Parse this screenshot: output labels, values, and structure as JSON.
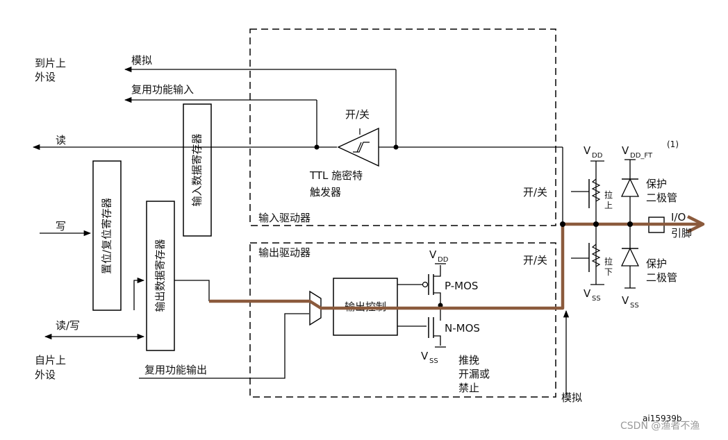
{
  "figure_id": "ai15939b",
  "watermark": "CSDN @渔者不渔",
  "labels": {
    "to_onchip_periph": [
      "到片上",
      "外设"
    ],
    "from_onchip_periph": [
      "自片上",
      "外设"
    ],
    "analog_top": "模拟",
    "alt_func_input": "复用功能输入",
    "read": "读",
    "write": "写",
    "read_write": "读/写",
    "alt_func_output": "复用功能输出",
    "switch_top": "开/关",
    "switch_input_driver": "开/关",
    "switch_output_driver": "开/关",
    "ttl_schmitt": [
      "TTL 施密特",
      "触发器"
    ],
    "input_driver": "输入驱动器",
    "output_driver": "输出驱动器",
    "input_data_register": "输入数据寄存器",
    "output_data_register": "输出数据寄存器",
    "bit_set_reset_register": "置位/复位寄存器",
    "output_control": "输出控制",
    "pmos": "P-MOS",
    "nmos": "N-MOS",
    "vdd_main": "DD",
    "vss_main": "SS",
    "push_pull": [
      "推挽",
      "开漏或",
      "禁止"
    ],
    "analog_bottom": "模拟",
    "vdd_pull": "DD",
    "vss_pull": "SS",
    "vdd_ft": "DD_FT",
    "vdd_ft_note": "(1)",
    "vss_diode": "SS",
    "pull_up": [
      "拉",
      "上"
    ],
    "pull_down": [
      "拉",
      "下"
    ],
    "protect_diode_top": [
      "保护",
      "二极管"
    ],
    "protect_diode_bottom": [
      "保护",
      "二极管"
    ],
    "io_pin": [
      "I/O",
      "引脚"
    ],
    "v_letter": "V"
  },
  "colors": {
    "line": "#000000",
    "highlight": "#8b5a3c",
    "box_fill": "#ffffff"
  }
}
